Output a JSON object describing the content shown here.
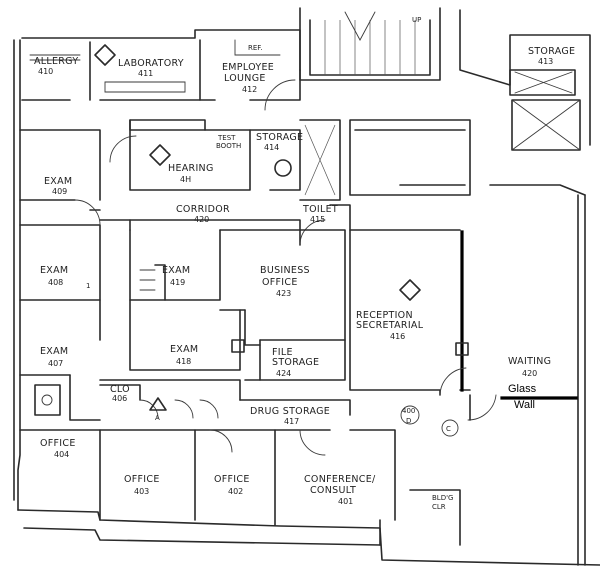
{
  "rooms": {
    "allergy": {
      "name": "ALLERGY",
      "num": "410"
    },
    "laboratory": {
      "name": "LABORATORY",
      "num": "411"
    },
    "employee_lounge": {
      "name1": "EMPLOYEE",
      "name2": "LOUNGE",
      "num": "412"
    },
    "storage_413": {
      "name": "STORAGE",
      "num": "413"
    },
    "exam_409": {
      "name": "EXAM",
      "num": "409"
    },
    "hearing": {
      "name": "HEARING",
      "num": "4H"
    },
    "test_booth": {
      "name1": "TEST",
      "name2": "BOOTH"
    },
    "storage_414": {
      "name": "STORAGE",
      "num": "414"
    },
    "corridor": {
      "name": "CORRIDOR",
      "num": "420"
    },
    "toilet": {
      "name": "TOILET",
      "num": "415"
    },
    "exam_408": {
      "name": "EXAM",
      "num": "408"
    },
    "exam_419": {
      "name": "EXAM",
      "num": "419"
    },
    "business_office": {
      "name1": "BUSINESS",
      "name2": "OFFICE",
      "num": "423"
    },
    "reception": {
      "name1": "RECEPTION",
      "name2": "SECRETARIAL",
      "num": "416"
    },
    "exam_407": {
      "name": "EXAM",
      "num": "407"
    },
    "exam_418": {
      "name": "EXAM",
      "num": "418"
    },
    "file_storage": {
      "name1": "FILE",
      "name2": "STORAGE",
      "num": "424"
    },
    "waiting": {
      "name": "WAITING",
      "num": "420"
    },
    "clo": {
      "name": "CLO",
      "num": "406"
    },
    "drug_storage": {
      "name": "DRUG STORAGE",
      "num": "417"
    },
    "office_404": {
      "name": "OFFICE",
      "num": "404"
    },
    "office_403": {
      "name": "OFFICE",
      "num": "403"
    },
    "office_402": {
      "name": "OFFICE",
      "num": "402"
    },
    "conference": {
      "name1": "CONFERENCE/",
      "name2": "CONSULT",
      "num": "401"
    },
    "bldg_clr": {
      "name1": "BLD'G",
      "name2": "CLR"
    }
  },
  "marks": {
    "ref": "REF.",
    "up": "UP",
    "a": "A",
    "c": "C",
    "d": "D",
    "num_400": "400",
    "num_1": "1"
  },
  "glass_wall": {
    "line1": "Glass",
    "line2": "Wall"
  }
}
